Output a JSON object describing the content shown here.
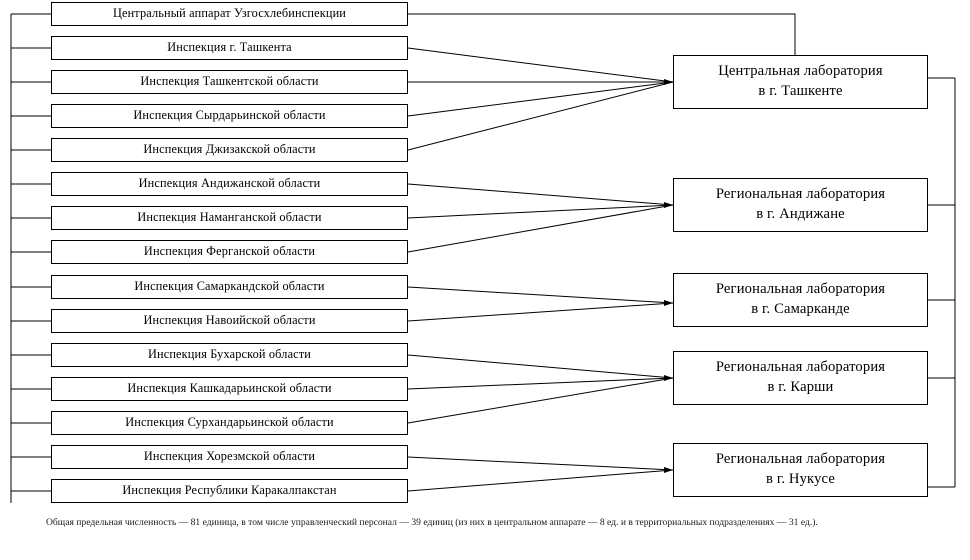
{
  "diagram": {
    "title_hq": "Центральный аппарат Узгосхлебинспекции",
    "inspections": [
      {
        "label": "Инспекция г. Ташкента"
      },
      {
        "label": "Инспекция Ташкентской области"
      },
      {
        "label": "Инспекция Сырдарьинской области"
      },
      {
        "label": "Инспекция Джизакской области"
      },
      {
        "label": "Инспекция Андижанской области"
      },
      {
        "label": "Инспекция Наманганской области"
      },
      {
        "label": "Инспекция Ферганской области"
      },
      {
        "label": "Инспекция Самаркандской области"
      },
      {
        "label": "Инспекция Навоийской области"
      },
      {
        "label": "Инспекция Бухарской области"
      },
      {
        "label": "Инспекция Кашкадарьинской области"
      },
      {
        "label": "Инспекция Сурхандарьинской области"
      },
      {
        "label": "Инспекция Хорезмской области"
      },
      {
        "label": "Инспекция Республики Каракалпакстан"
      }
    ],
    "laboratories": [
      {
        "label": "Центральная лаборатория\nв  г. Ташкенте"
      },
      {
        "label": "Региональная лаборатория\nв  г. Андижане"
      },
      {
        "label": "Региональная лаборатория\nв  г. Самарканде"
      },
      {
        "label": "Региональная лаборатория\nв  г. Карши"
      },
      {
        "label": "Региональная лаборатория\nв г. Нукусе"
      }
    ],
    "footer_text": "Общая предельная численность   — 81 единица, в том числе управленческий персонал   — 39 единиц (из них в центральном аппарате   — 8 ед. и в территориальных подразделениях   — 31 ед.).",
    "colors": {
      "line": "#000000",
      "text": "#000000",
      "background": "#ffffff"
    }
  }
}
